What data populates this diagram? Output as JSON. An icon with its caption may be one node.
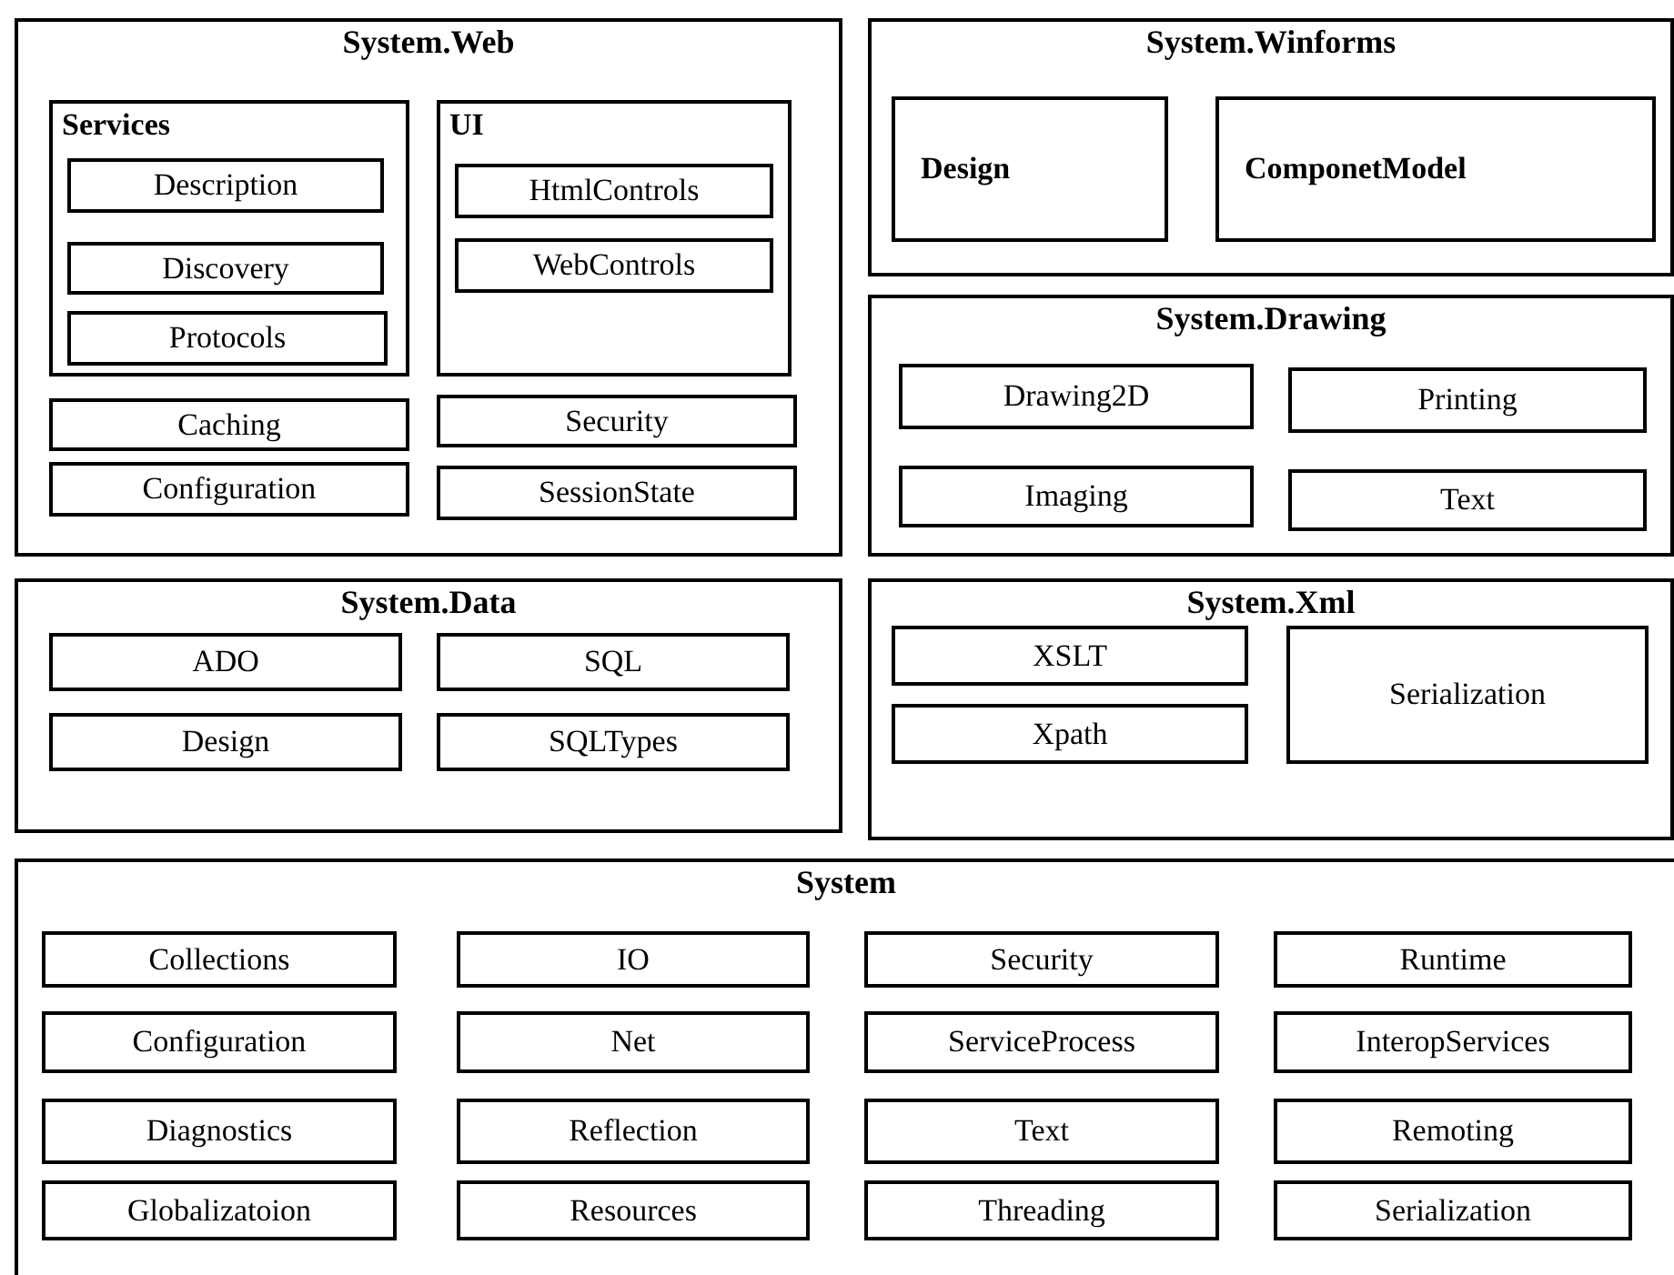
{
  "diagram": {
    "nodes": [
      {
        "text": [
          "System.Web"
        ]
      },
      {
        "text": [
          "Services"
        ],
        "in": 0
      },
      {
        "text": [
          "Description"
        ],
        "in": 1
      },
      {
        "text": [
          "Discovery"
        ],
        "in": 1
      },
      {
        "text": [
          "Protocols"
        ],
        "in": 1
      },
      {
        "text": [
          "UI"
        ],
        "in": 0
      },
      {
        "text": [
          "HtmlControls"
        ],
        "in": 5
      },
      {
        "text": [
          "WebControls"
        ],
        "in": 5
      },
      {
        "text": [
          "Caching"
        ],
        "in": 0
      },
      {
        "text": [
          "Security"
        ],
        "in": 0
      },
      {
        "text": [
          "Configuration"
        ],
        "in": 0
      },
      {
        "text": [
          "SessionState"
        ],
        "in": 0
      },
      {
        "text": [
          "System.Winforms"
        ]
      },
      {
        "text": [
          "Design"
        ],
        "in": 12
      },
      {
        "text": [
          "ComponetModel"
        ],
        "in": 12
      },
      {
        "text": [
          "System.Drawing"
        ]
      },
      {
        "text": [
          "Drawing2D"
        ],
        "in": 15
      },
      {
        "text": [
          "Printing"
        ],
        "in": 15
      },
      {
        "text": [
          "Imaging"
        ],
        "in": 15
      },
      {
        "text": [
          "Text"
        ],
        "in": 15
      },
      {
        "text": [
          "System.Data"
        ]
      },
      {
        "text": [
          "ADO"
        ],
        "in": 20
      },
      {
        "text": [
          "SQL"
        ],
        "in": 20
      },
      {
        "text": [
          "Design"
        ],
        "in": 20
      },
      {
        "text": [
          "SQLTypes"
        ],
        "in": 20
      },
      {
        "text": [
          "System.Xml"
        ]
      },
      {
        "text": [
          "XSLT"
        ],
        "in": 25
      },
      {
        "text": [
          "Serialization"
        ],
        "in": 25
      },
      {
        "text": [
          "Xpath"
        ],
        "in": 25
      },
      {
        "text": [
          "System"
        ]
      },
      {
        "text": [
          "Collections"
        ],
        "in": 29
      },
      {
        "text": [
          "IO"
        ],
        "in": 29
      },
      {
        "text": [
          "Security"
        ],
        "in": 29
      },
      {
        "text": [
          "Runtime"
        ],
        "in": 29
      },
      {
        "text": [
          "Configuration"
        ],
        "in": 29
      },
      {
        "text": [
          "Net"
        ],
        "in": 29
      },
      {
        "text": [
          "ServiceProcess"
        ],
        "in": 29
      },
      {
        "text": [
          "InteropServices"
        ],
        "in": 29
      },
      {
        "text": [
          "Diagnostics"
        ],
        "in": 29
      },
      {
        "text": [
          "Reflection"
        ],
        "in": 29
      },
      {
        "text": [
          "Text"
        ],
        "in": 29
      },
      {
        "text": [
          "Remoting"
        ],
        "in": 29
      },
      {
        "text": [
          "Globalizatoion"
        ],
        "in": 29
      },
      {
        "text": [
          "Resources"
        ],
        "in": 29
      },
      {
        "text": [
          "Threading"
        ],
        "in": 29
      },
      {
        "text": [
          "Serialization"
        ],
        "in": 29
      }
    ]
  }
}
